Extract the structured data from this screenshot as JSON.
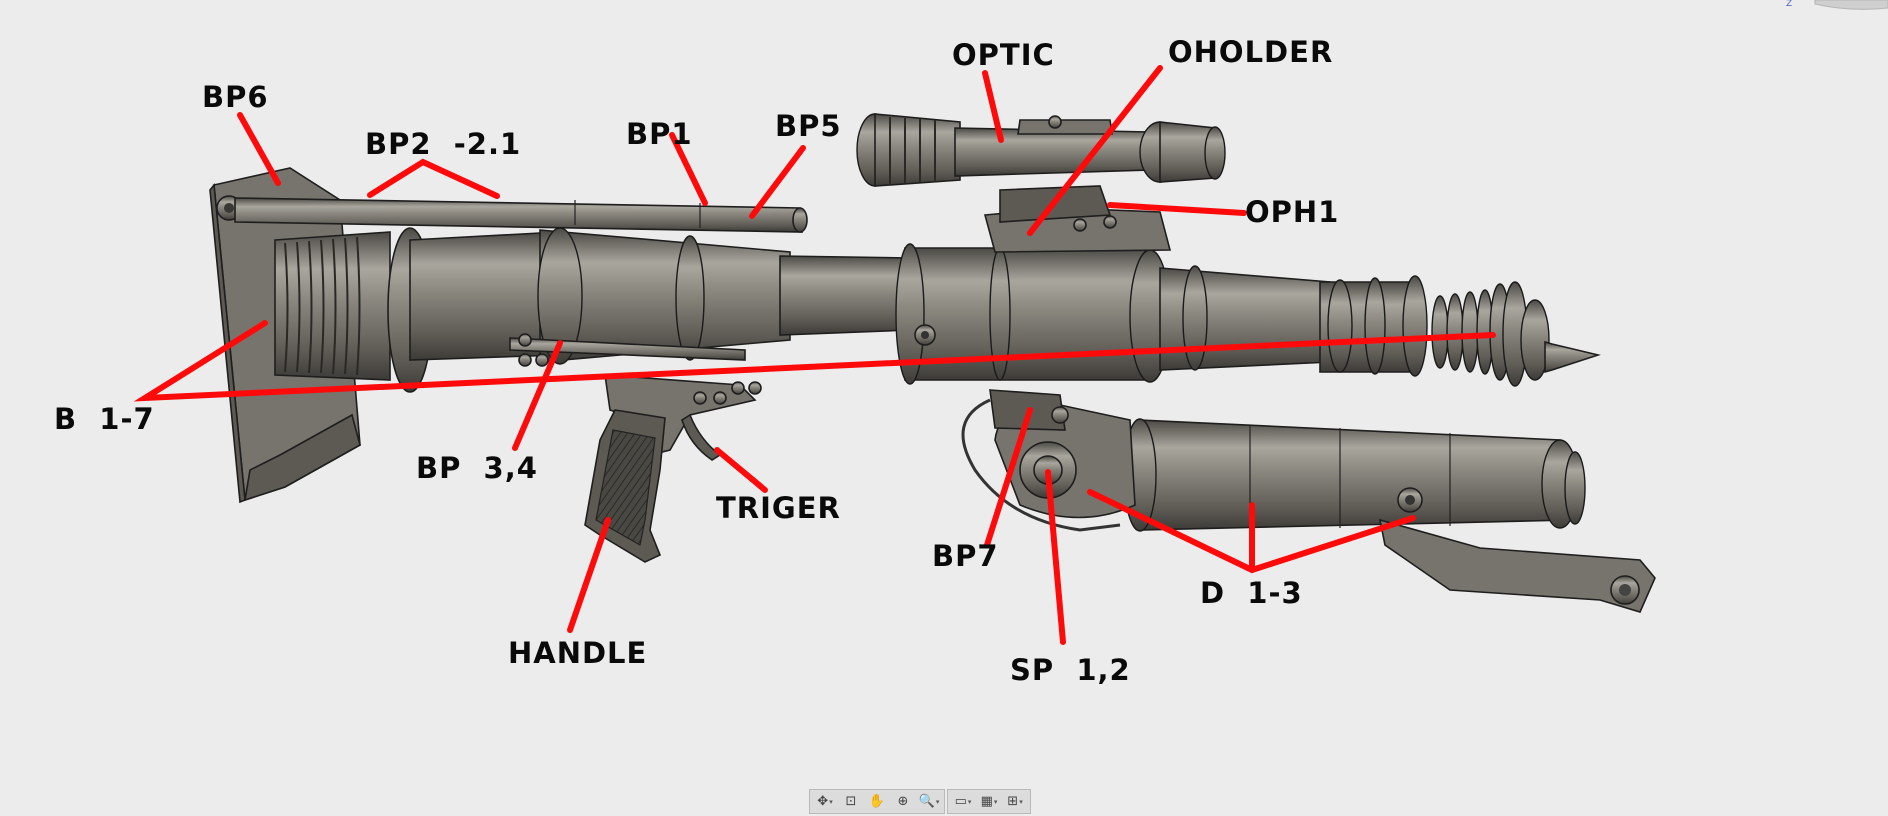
{
  "labels": {
    "bp6": "BP6",
    "bp2": "BP2  -2.1",
    "bp1": "BP1",
    "bp5": "BP5",
    "optic": "OPTIC",
    "oholder": "OHOLDER",
    "oph1": "OPH1",
    "b17": "B  1-7",
    "bp34": "BP  3,4",
    "triger": "TRIGER",
    "handle": "HANDLE",
    "bp7": "BP7",
    "sp12": "SP  1,2",
    "d13": "D  1-3"
  },
  "colors": {
    "leader": "#ff0a0a",
    "background": "#ececec",
    "model_metal": "#7d7a72"
  },
  "viewcube_corner_text": "Z",
  "toolbar": [
    {
      "name": "orbit-icon",
      "glyph": "✥",
      "dropdown": true
    },
    {
      "name": "look-at-icon",
      "glyph": "⊡",
      "dropdown": false
    },
    {
      "name": "pan-hand-icon",
      "glyph": "✋",
      "dropdown": false
    },
    {
      "name": "zoom-window-icon",
      "glyph": "⊕",
      "dropdown": false
    },
    {
      "name": "zoom-icon",
      "glyph": "🔍",
      "dropdown": true
    },
    {
      "name": "display-settings-icon",
      "glyph": "▭",
      "dropdown": true
    },
    {
      "name": "grid-snaps-icon",
      "glyph": "▦",
      "dropdown": true
    },
    {
      "name": "viewports-icon",
      "glyph": "⊞",
      "dropdown": true
    }
  ]
}
